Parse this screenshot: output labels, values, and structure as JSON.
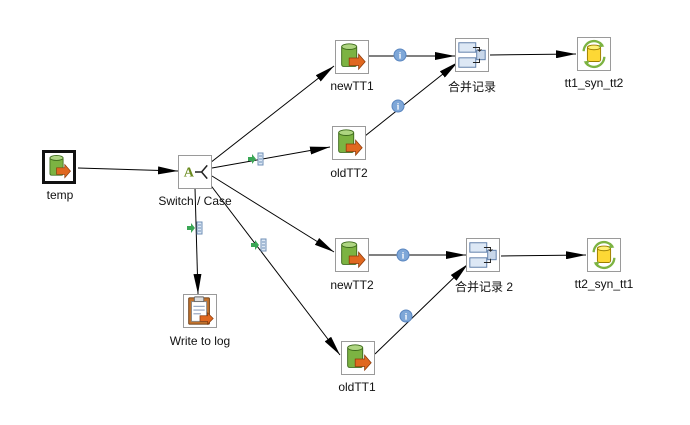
{
  "steps": {
    "temp": "temp",
    "switch": "Switch / Case",
    "log": "Write to log",
    "newTT1": "newTT1",
    "oldTT2": "oldTT2",
    "merge1": "合并记录",
    "syn1": "tt1_syn_tt2",
    "newTT2": "newTT2",
    "oldTT1": "oldTT1",
    "merge2": "合并记录 2",
    "syn2": "tt2_syn_tt1"
  },
  "hop_icons": {
    "info_symbol": "i"
  },
  "colors": {
    "hop_line": "#000000",
    "info_badge": "#7ea7d8",
    "copy_badge": "#3aa655",
    "db_green": "#7cb342",
    "db_orange": "#e06820"
  }
}
